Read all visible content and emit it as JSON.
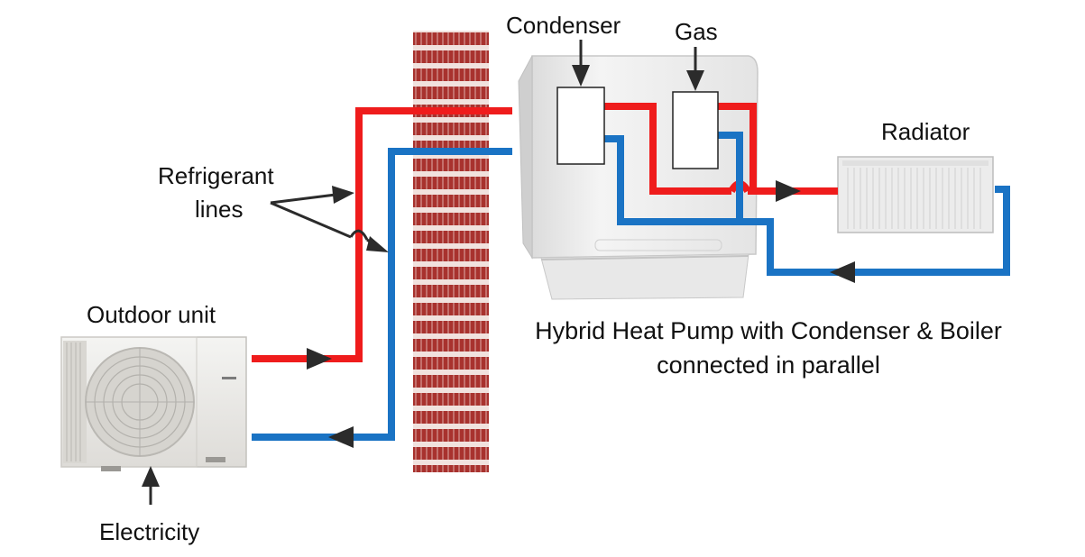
{
  "labels": {
    "condenser": "Condenser",
    "gas": "Gas",
    "radiator": "Radiator",
    "refrigerant_line1": "Refrigerant",
    "refrigerant_line2": "lines",
    "outdoor_unit": "Outdoor unit",
    "electricity": "Electricity"
  },
  "caption": {
    "line1": "Hybrid Heat Pump with Condenser & Boiler",
    "line2": "connected in parallel"
  },
  "colors": {
    "hot_pipe": "#ef1c1c",
    "cold_pipe": "#1a73c4",
    "brick": "#a8322e",
    "mortar": "#f1e2de",
    "arrow": "#2b2b2b",
    "unit_body": "#f1f1f1"
  }
}
